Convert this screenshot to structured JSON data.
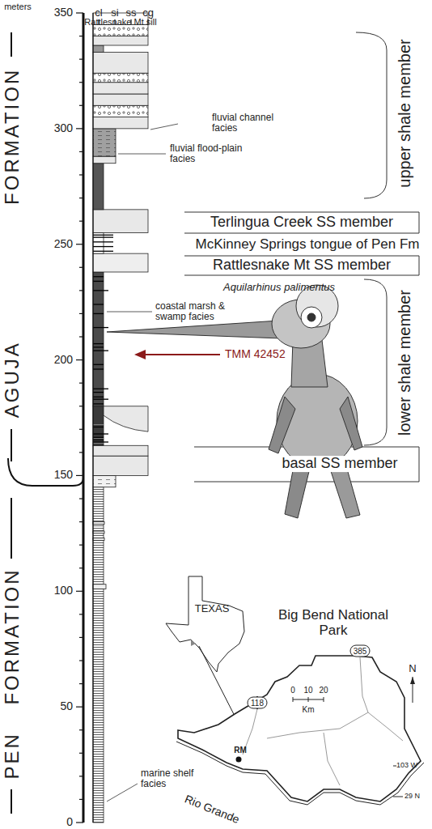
{
  "diagram": {
    "labels": [
      "meters",
      "cl",
      "si",
      "ss",
      "cg",
      "350",
      "300",
      "250",
      "200",
      "150",
      "100",
      "50",
      "0",
      "AGUJA FORMATION",
      "PEN FORMATION",
      "Rattlesnake Mt sill",
      "fluvial channel facies",
      "fluvial flood-plain facies",
      "upper shale member",
      "Terlingua Creek SS member",
      "McKinney Springs tongue of Pen Fm",
      "Rattlesnake Mt SS member",
      "coastal marsh & swamp facies",
      "Aquilarhinus palimentus",
      "TMM 42452",
      "lower shale member",
      "basal SS member",
      "marine shelf facies",
      "TEXAS",
      "Big Bend National Park",
      "385",
      "0",
      "10",
      "20",
      "Km",
      "N",
      "118",
      "RM",
      "Rio Grande",
      "103 W",
      "29 N"
    ]
  }
}
